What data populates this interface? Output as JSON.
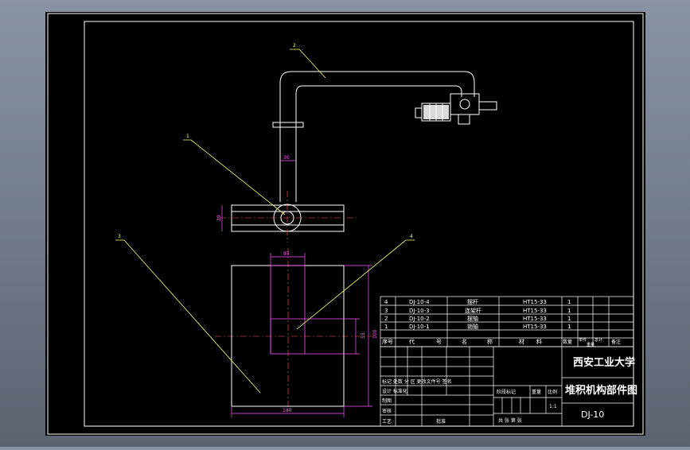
{
  "colors": {
    "viewport_bg": "#5e6674",
    "sheet": "#000000",
    "line": "#ffffff",
    "leader": "#ffff66",
    "dimension": "#ff55ff",
    "centerline": "#ff5555"
  },
  "balloons": [
    "2",
    "1",
    "3",
    "4"
  ],
  "dimensions": {
    "post_width": "30",
    "base_height": "29",
    "slot_width": "85",
    "inner_height": "55",
    "overall_height": "100",
    "overall_width": "180"
  },
  "parts_list": {
    "rows": [
      {
        "num": "4",
        "code": "DJ-10-4",
        "name": "摆杆",
        "material": "HT15-33",
        "qty": "1"
      },
      {
        "num": "3",
        "code": "DJ-10-3",
        "name": "连架杆",
        "material": "HT15-33",
        "qty": "1"
      },
      {
        "num": "2",
        "code": "DJ-10-2",
        "name": "摆轴",
        "material": "HT15-33",
        "qty": "1"
      },
      {
        "num": "1",
        "code": "DJ-10-1",
        "name": "销轴",
        "material": "HT15-33",
        "qty": "1"
      }
    ],
    "header": {
      "num": "序号",
      "code": "代",
      "code2": "号",
      "name": "名",
      "name2": "称",
      "material": "材",
      "material2": "料",
      "qty": "数量",
      "unit_weight": "单件",
      "total_weight": "总计",
      "weight": "重量",
      "remark": "备注"
    }
  },
  "title_block": {
    "school": "西安工业大学",
    "drawing_name": "堆积机构部件图",
    "drawing_no": "DJ-10",
    "scale": "1:1",
    "stage_label": "阶段标记",
    "weight_label": "重量",
    "scale_label": "比例",
    "sheets": "共 张 第 张",
    "change_row": "标记 处数 分 区 更改文件号 签名",
    "design_row": "设计 标准化",
    "check": "审核",
    "process": "工艺",
    "approve": "批准",
    "draw": "制图"
  }
}
